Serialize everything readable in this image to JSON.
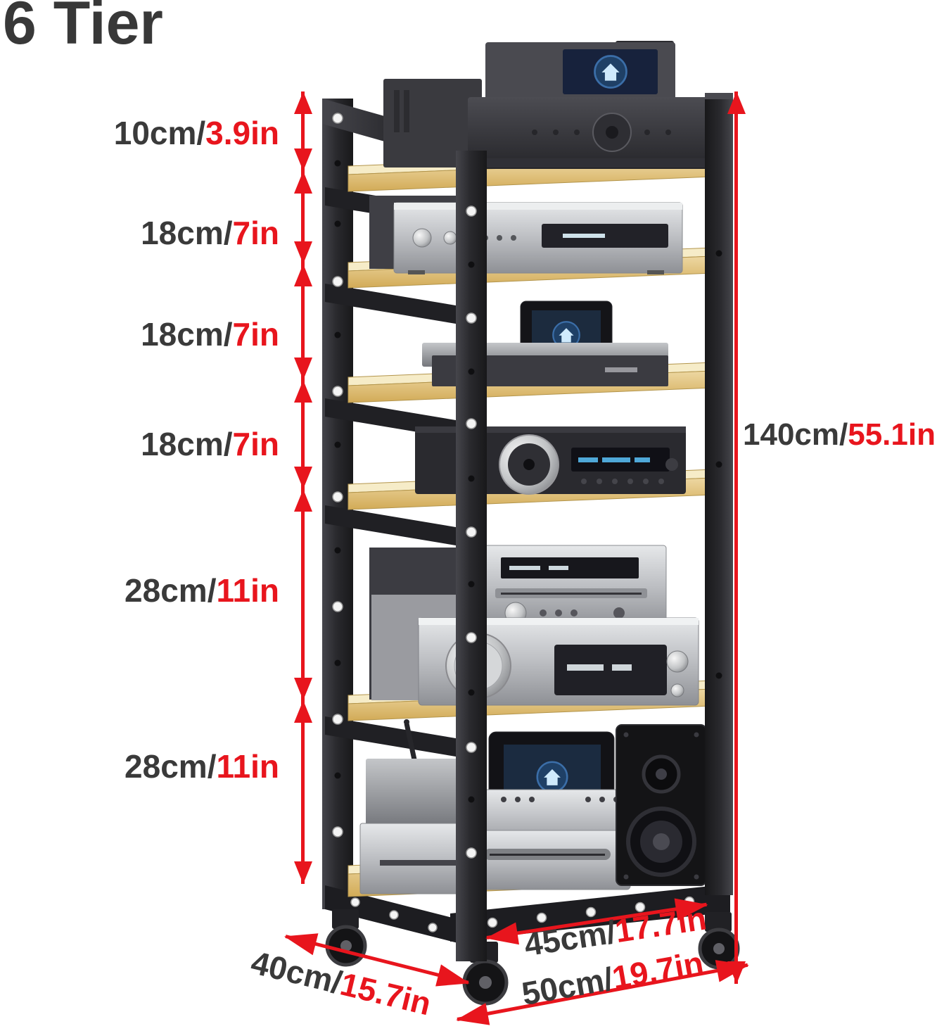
{
  "title": "6 Tier",
  "colors": {
    "accent_red": "#e8151d",
    "text_dark": "#3a3a3a",
    "shelf_wood": "#e7cb82",
    "frame_black": "#232327"
  },
  "dimensions": {
    "tiers": [
      {
        "cm_label": "10cm/",
        "in_label": "3.9in"
      },
      {
        "cm_label": "18cm/",
        "in_label": "7in"
      },
      {
        "cm_label": "18cm/",
        "in_label": "7in"
      },
      {
        "cm_label": "18cm/",
        "in_label": "7in"
      },
      {
        "cm_label": "28cm/",
        "in_label": "11in"
      },
      {
        "cm_label": "28cm/",
        "in_label": "11in"
      }
    ],
    "total_height": {
      "cm_label": "140cm/",
      "in_label": "55.1in"
    },
    "shelf_width": {
      "cm_label": "45cm/",
      "in_label": "17.7in"
    },
    "depth": {
      "cm_label": "40cm/",
      "in_label": "15.7in"
    },
    "base_width": {
      "cm_label": "50cm/",
      "in_label": "19.7in"
    }
  }
}
